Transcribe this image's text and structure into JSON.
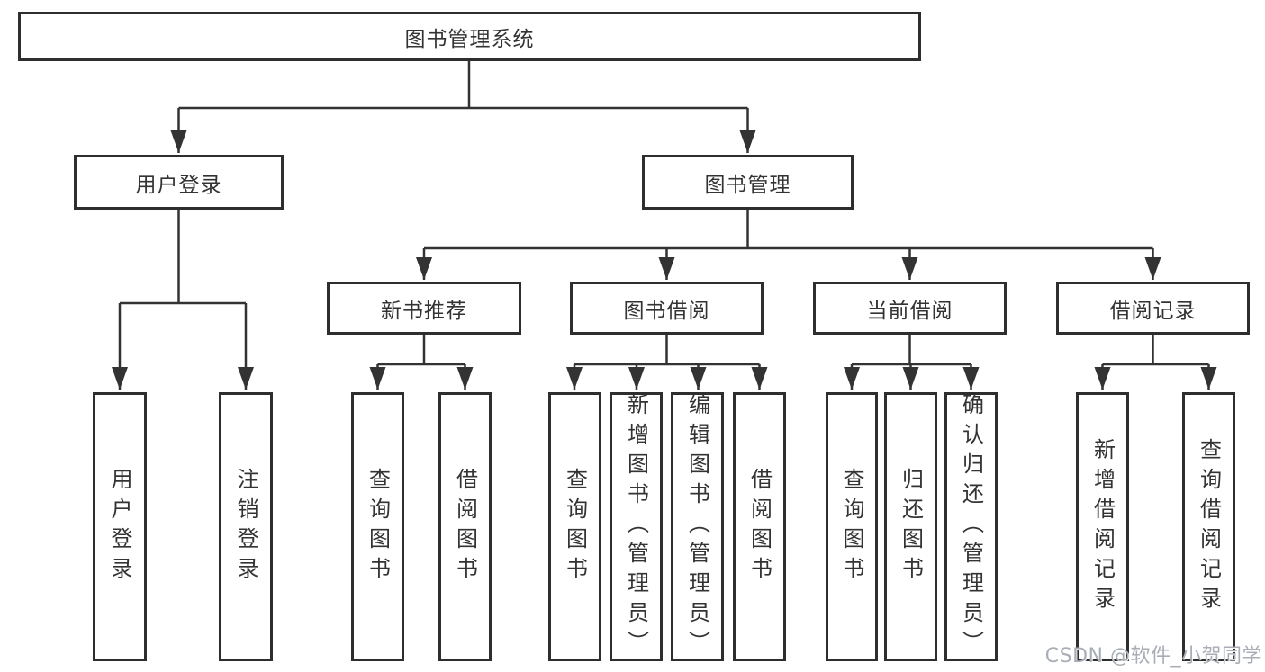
{
  "nodes": {
    "root": "图书管理系统",
    "userLogin": "用户登录",
    "bookMgmt": "图书管理",
    "newBooks": "新书推荐",
    "bookBorrow": "图书借阅",
    "currentBorrow": "当前借阅",
    "borrowRecords": "借阅记录",
    "leafUserLogin": "用户登录",
    "leafLogout": "注销登录",
    "nbQuery": "查询图书",
    "nbBorrow": "借阅图书",
    "bbQuery": "查询图书",
    "bbAdd": "新增图书（管理员）",
    "bbEdit": "编辑图书（管理员）",
    "bbBorrow": "借阅图书",
    "cbQuery": "查询图书",
    "cbReturn": "归还图书",
    "cbConfirm": "确认归还（管理员）",
    "brAdd": "新增借阅记录",
    "brQuery": "查询借阅记录"
  },
  "watermark": "CSDN @软件_小贺同学",
  "colors": {
    "line": "#333333",
    "box_border": "#2e2e2e",
    "text": "#333333",
    "watermark": "#a9aeb6"
  }
}
